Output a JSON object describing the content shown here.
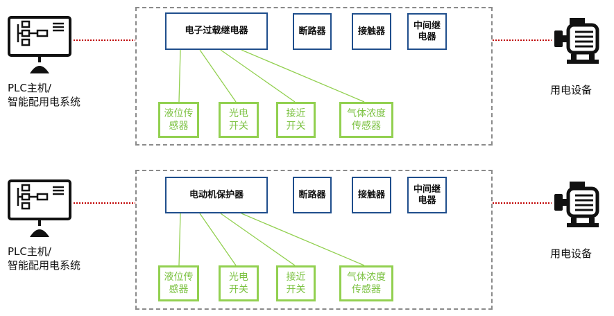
{
  "colors": {
    "frame_dash": "#8a8a8a",
    "device_border": "#1f4e8c",
    "sensor_border": "#92d050",
    "sensor_text": "#7cc242",
    "link_red": "#c00000"
  },
  "rows": [
    {
      "plc_label": "PLC主机/\n智能配用电系统",
      "main_device": "电子过载继电器",
      "devices": [
        "断路器",
        "接触器",
        "中间继\n电器"
      ],
      "sensors": [
        "液位传\n感器",
        "光电\n开关",
        "接近\n开关",
        "气体浓度\n传感器"
      ],
      "load_label": "用电设备"
    },
    {
      "plc_label": "PLC主机/\n智能配用电系统",
      "main_device": "电动机保护器",
      "devices": [
        "断路器",
        "接触器",
        "中间继\n电器"
      ],
      "sensors": [
        "液位传\n感器",
        "光电\n开关",
        "接近\n开关",
        "气体浓度\n传感器"
      ],
      "load_label": "用电设备"
    }
  ]
}
